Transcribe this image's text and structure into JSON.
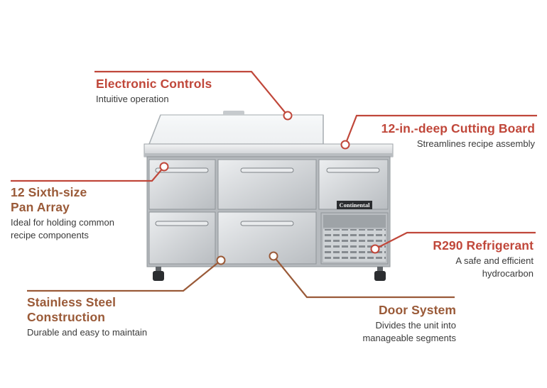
{
  "colors": {
    "accent_red": "#c0473a",
    "accent_brown": "#9a5a38",
    "steel_light": "#e6e8ea",
    "steel_mid": "#c4c7ca",
    "steel_dark": "#8e9296"
  },
  "brand_logo_text": "Continental",
  "callouts": {
    "electronic_controls": {
      "title": "Electronic Controls",
      "desc": [
        "Intuitive operation"
      ]
    },
    "cutting_board": {
      "title": "12-in.-deep Cutting Board",
      "desc": [
        "Streamlines recipe assembly"
      ]
    },
    "pan_array": {
      "title": [
        "12 Sixth-size",
        "Pan Array"
      ],
      "desc": [
        "Ideal for holding common",
        "recipe components"
      ]
    },
    "refrigerant": {
      "title": "R290 Refrigerant",
      "desc": [
        "A safe and efficient",
        "hydrocarbon"
      ]
    },
    "stainless": {
      "title": [
        "Stainless Steel",
        "Construction"
      ],
      "desc": [
        "Durable and easy to maintain"
      ]
    },
    "door_system": {
      "title": "Door System",
      "desc": [
        "Divides the unit into",
        "manageable segments"
      ]
    }
  }
}
